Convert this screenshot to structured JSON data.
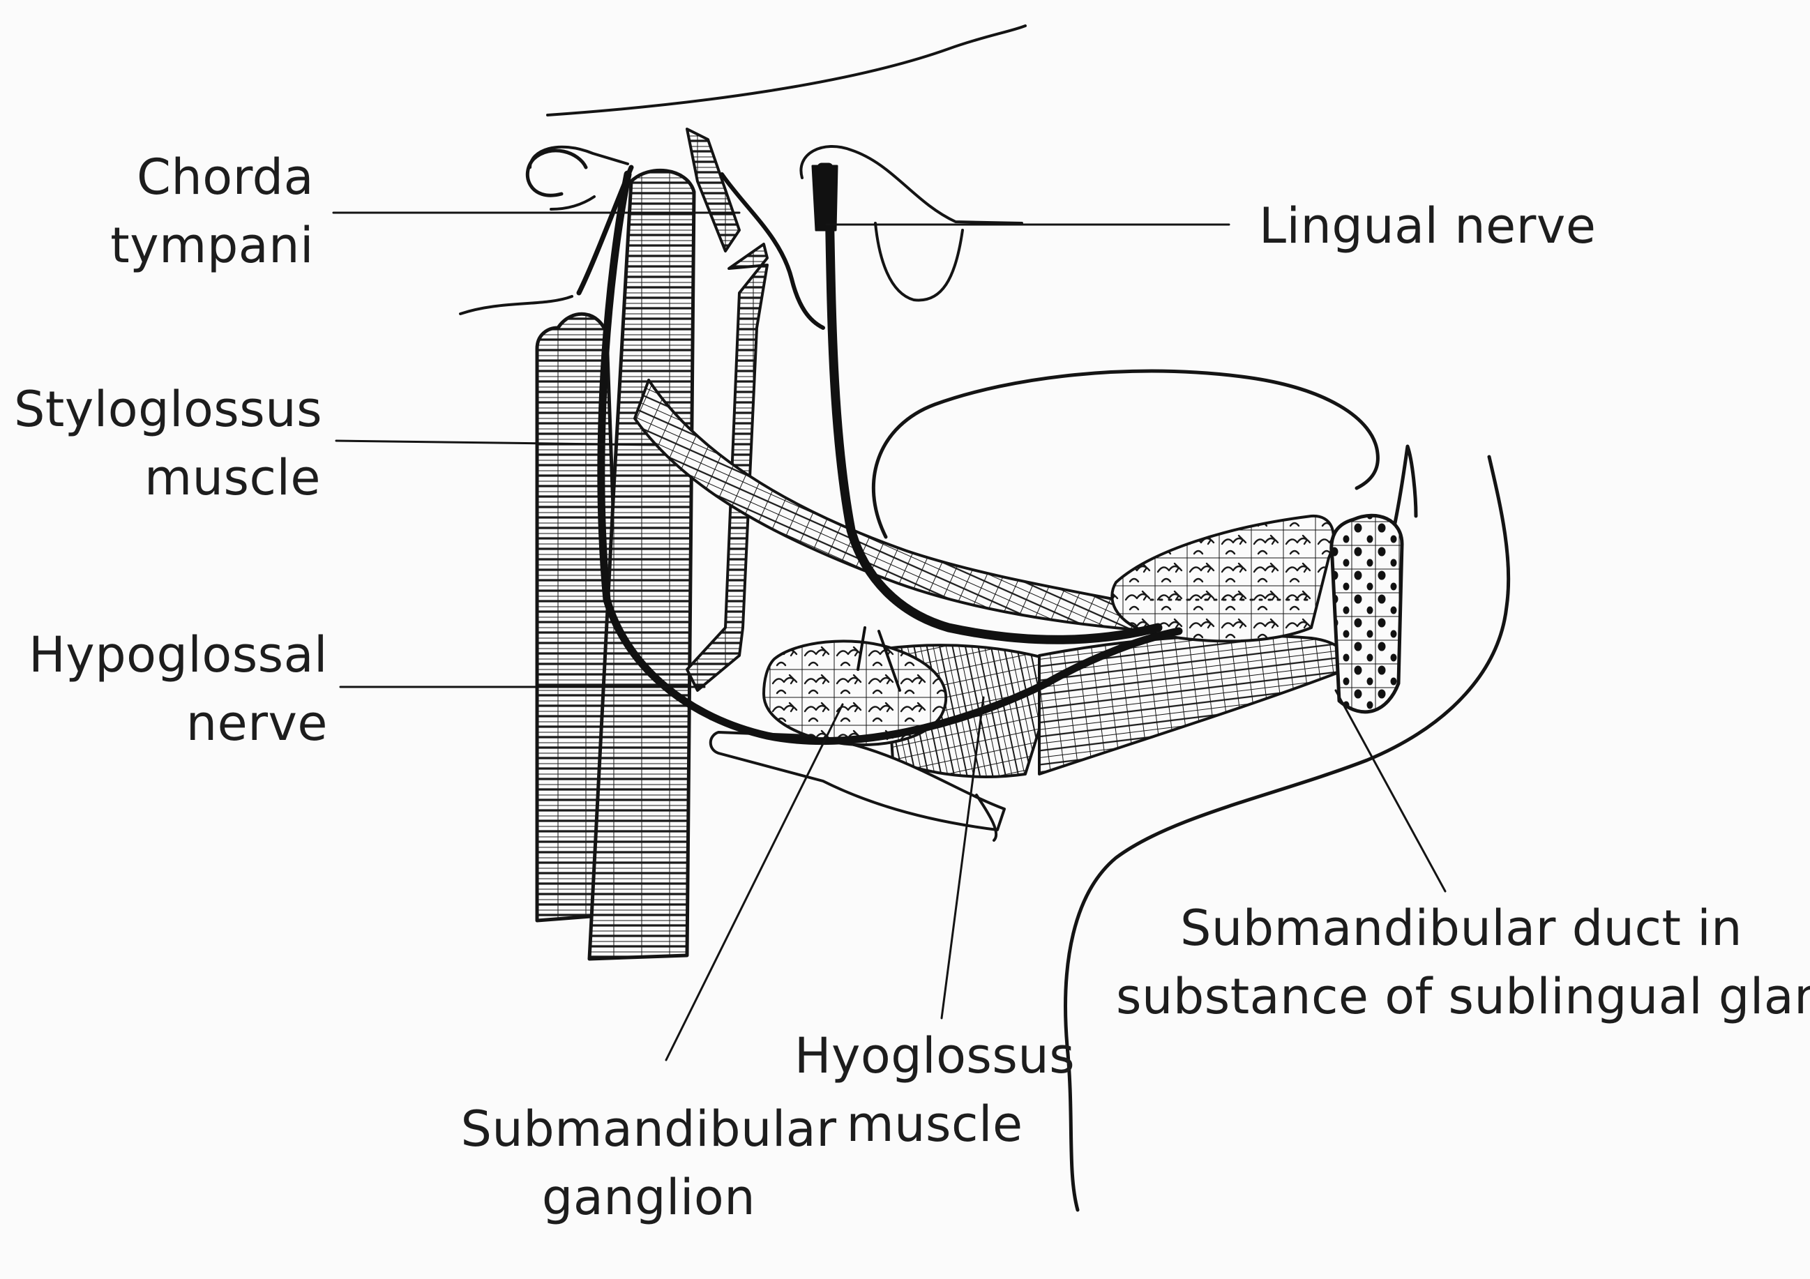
{
  "labels": {
    "chorda_tympani": [
      "Chorda",
      "tympani"
    ],
    "lingual_nerve": [
      "Lingual nerve"
    ],
    "styloglossus_muscle": [
      "Styloglossus",
      "muscle"
    ],
    "hypoglossal_nerve": [
      "Hypoglossal",
      "nerve"
    ],
    "submandibular_duct": [
      "Submandibular duct in",
      "substance of sublingual gland"
    ],
    "hyoglossus_muscle": [
      "Hyoglossus",
      "muscle"
    ],
    "submandibular_ganglion": [
      "Submandibular",
      "ganglion"
    ]
  }
}
